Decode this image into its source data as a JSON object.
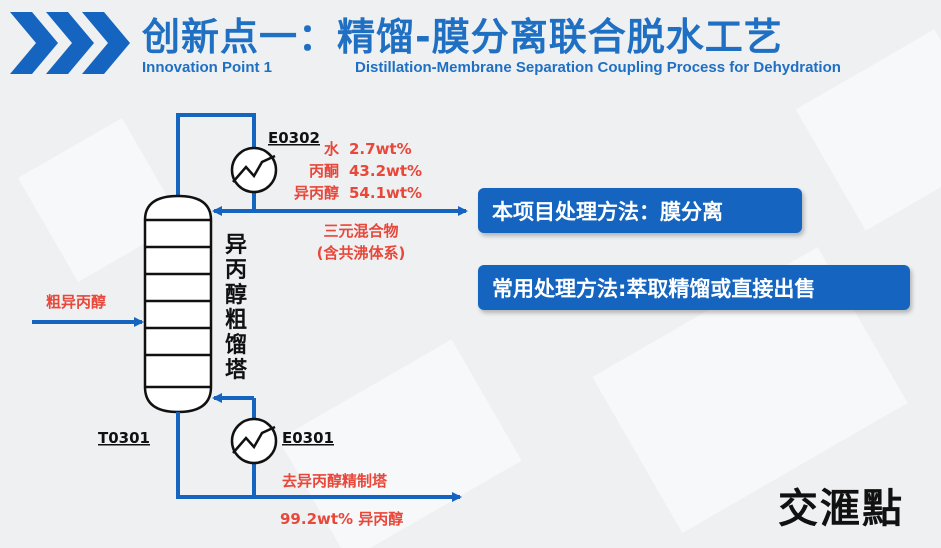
{
  "header": {
    "title_zh": "创新点一：精馏-膜分离联合脱水工艺",
    "subtitle_en_left": "Innovation Point 1",
    "subtitle_en_right": "Distillation-Membrane Separation Coupling Process for Dehydration"
  },
  "diagram": {
    "column_tag": "T0301",
    "column_name": "异丙醇粗馏塔",
    "condenser_tag": "E0302",
    "reboiler_tag": "E0301",
    "feed_label": "粗异丙醇",
    "overhead_composition": [
      {
        "component": "水",
        "value": "2.7wt%"
      },
      {
        "component": "丙酮",
        "value": "43.2wt%"
      },
      {
        "component": "异丙醇",
        "value": "54.1wt%"
      }
    ],
    "overhead_stream_label": "三元混合物",
    "overhead_stream_note": "(含共沸体系)",
    "bottom_stream_label": "去异丙醇精制塔",
    "bottom_stream_purity": "99.2wt% 异丙醇"
  },
  "callouts": {
    "this_project": "本项目处理方法：膜分离",
    "common_method": "常用处理方法:萃取精馏或直接出售"
  },
  "brand": {
    "logo_text": "交滙點"
  },
  "colors": {
    "primary_blue": "#1565c0",
    "label_red": "#e8473a",
    "title_blue": "#1f6fc3"
  }
}
